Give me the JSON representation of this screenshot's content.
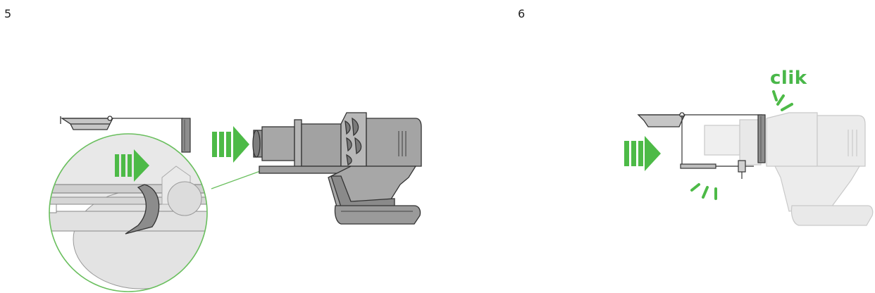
{
  "steps": [
    {
      "number": "5"
    },
    {
      "number": "6",
      "sound_label": "clik"
    }
  ],
  "colors": {
    "arrow_green": "#4dba47",
    "detail_circle": "#6abf5e",
    "body_gray": "#9d9d9d",
    "light_gray": "#d9d9d9",
    "faded_gray": "#e6e6e6",
    "outline": "#333333"
  },
  "icons": [
    "triple-arrow-icon",
    "click-burst-icon"
  ]
}
